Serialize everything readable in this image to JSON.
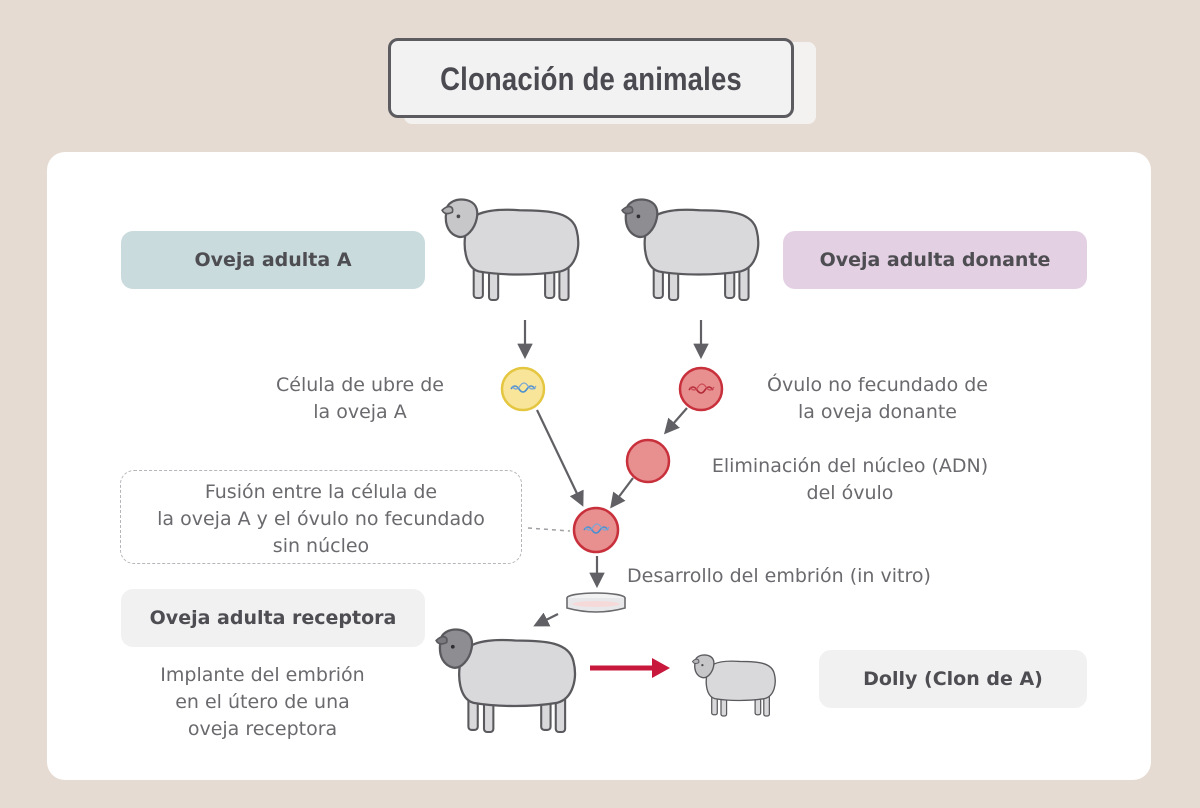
{
  "title": "Clonación de animales",
  "pills": {
    "sheep_a": "Oveja adulta A",
    "donor": "Oveja adulta donante",
    "recipient": "Oveja adulta receptora",
    "dolly": "Dolly (Clon de A)"
  },
  "labels": {
    "udder_cell_line1": "Célula de ubre de",
    "udder_cell_line2": "la oveja A",
    "egg_line1": "Óvulo no fecundado de",
    "egg_line2": "la oveja donante",
    "removal_line1": "Eliminación del núcleo (ADN)",
    "removal_line2": "del óvulo",
    "fusion_line1": "Fusión entre la célula de",
    "fusion_line2": "la oveja A y el óvulo no fecundado",
    "fusion_line3": "sin núcleo",
    "development": "Desarrollo del embrión (in vitro)",
    "implant_line1": "Implante del embrión",
    "implant_line2": "en el útero de una",
    "implant_line3": "oveja receptora"
  },
  "colors": {
    "background": "#e6dbd2",
    "pill_a": "#c9dbdd",
    "pill_donor": "#e4d0e3",
    "pill_neutral": "#f1f1f2",
    "cell_yellow": "#f8e59a",
    "cell_red": "#e88f8f",
    "arrow_red": "#c8183c",
    "sheep_body": "#d9d9db"
  }
}
